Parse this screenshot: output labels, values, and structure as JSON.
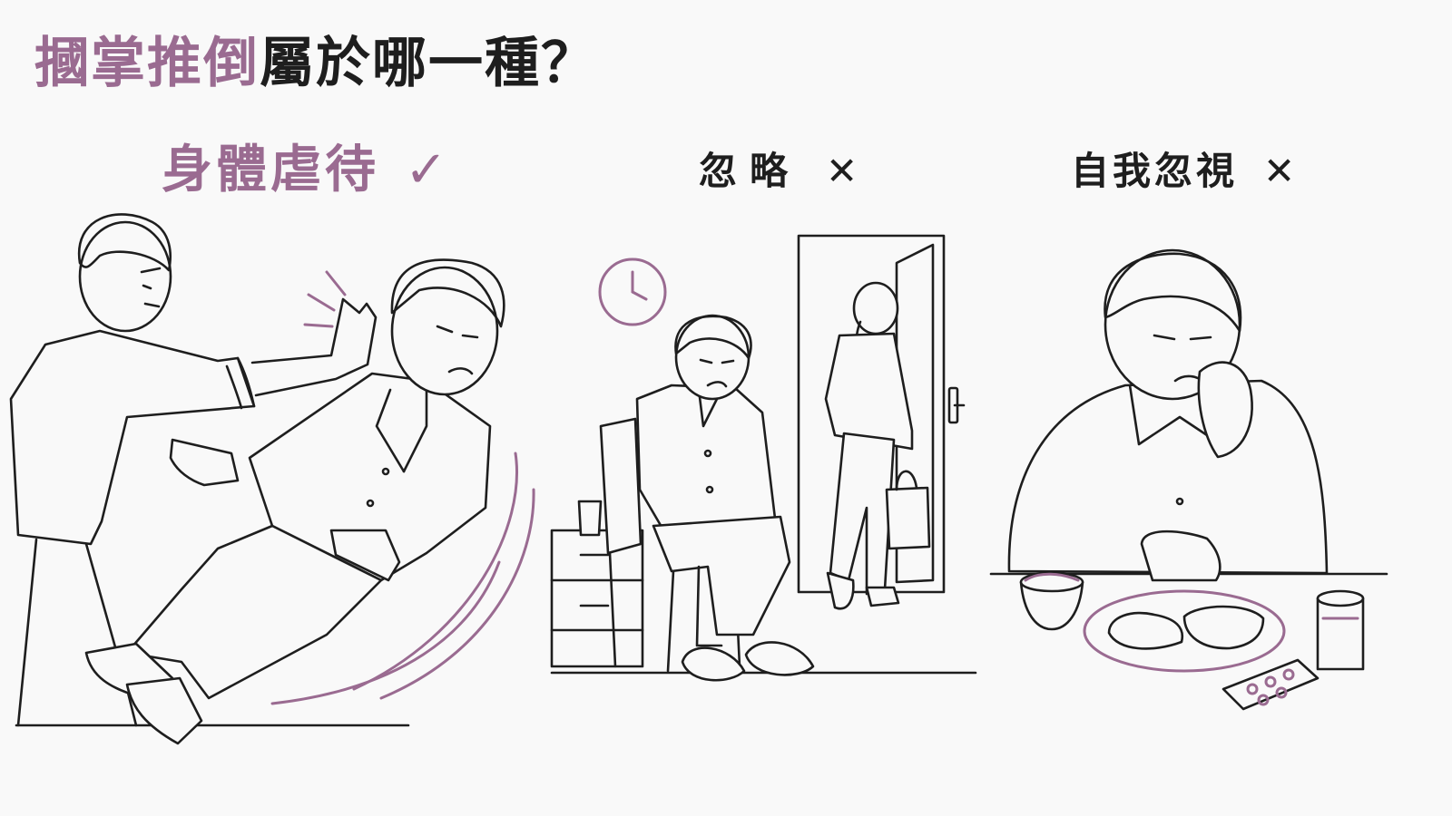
{
  "title": {
    "highlight": "摑掌推倒",
    "rest": "屬於哪一種？"
  },
  "options": [
    {
      "label": "身體虐待",
      "mark": "✓",
      "correct": true
    },
    {
      "label": "忽略",
      "mark": "✕",
      "correct": false
    },
    {
      "label": "自我忽視",
      "mark": "✕",
      "correct": false
    }
  ],
  "colors": {
    "accent": "#9a6b91",
    "ink": "#1e1e1e",
    "background": "#f9f9f9"
  }
}
